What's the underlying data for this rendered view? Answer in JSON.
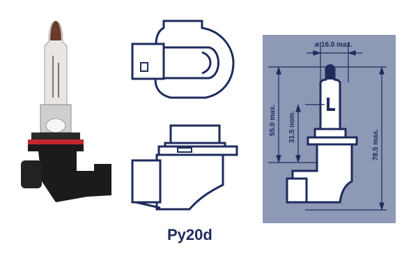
{
  "base_type": "Py20d",
  "dimensions": {
    "diameter": "ø 16.0 max.",
    "height_to_base": "55.0 max.",
    "light_center": "31.5 nom.",
    "total_length": "78.5 max."
  },
  "colors": {
    "navy": "#1e2b5c",
    "panel": "#8e99b6",
    "cap": "#6b3a2a",
    "base": "#1c1a1a",
    "ring": "#c4262e"
  }
}
